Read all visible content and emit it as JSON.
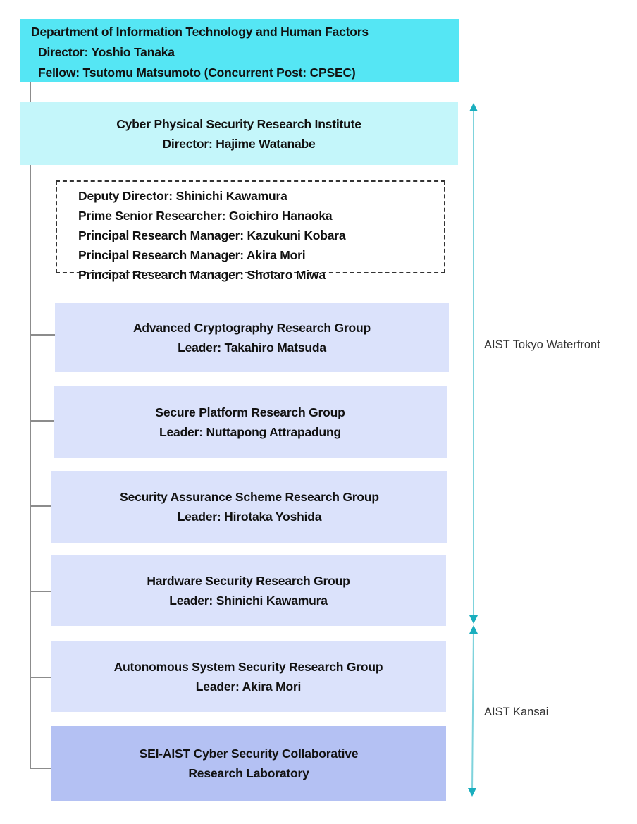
{
  "department": {
    "name": "Department of Information Technology and Human Factors",
    "director": "Director: Yoshio Tanaka",
    "fellow": "Fellow: Tsutomu Matsumoto (Concurrent Post: CPSEC)"
  },
  "institute": {
    "name": "Cyber Physical Security Research Institute",
    "director": "Director: Hajime Watanabe"
  },
  "staff": [
    "Deputy Director: Shinichi Kawamura",
    "Prime Senior Researcher: Goichiro Hanaoka",
    "Principal Research Manager: Kazukuni Kobara",
    "Principal Research Manager: Akira Mori",
    "Principal Research Manager: Shotaro Miwa"
  ],
  "groups": [
    {
      "name": "Advanced Cryptography Research Group",
      "leader": "Leader: Takahiro Matsuda"
    },
    {
      "name": "Secure Platform Research Group",
      "leader": "Leader: Nuttapong Attrapadung"
    },
    {
      "name": "Security Assurance Scheme Research Group",
      "leader": "Leader: Hirotaka Yoshida"
    },
    {
      "name": "Hardware Security Research Group",
      "leader": "Leader: Shinichi Kawamura"
    },
    {
      "name": "Autonomous System Security Research Group",
      "leader": "Leader: Akira Mori"
    }
  ],
  "lab": {
    "line1": "SEI-AIST Cyber Security Collaborative",
    "line2": "Research Laboratory"
  },
  "locations": {
    "tokyo": "AIST Tokyo Waterfront",
    "kansai": "AIST Kansai"
  },
  "colors": {
    "department": "#55e6f4",
    "institute": "#c4f6fa",
    "group": "#dbe2fb",
    "lab": "#b4c1f3",
    "arrow": "#1aaebe",
    "connector": "#8c8c8c"
  }
}
